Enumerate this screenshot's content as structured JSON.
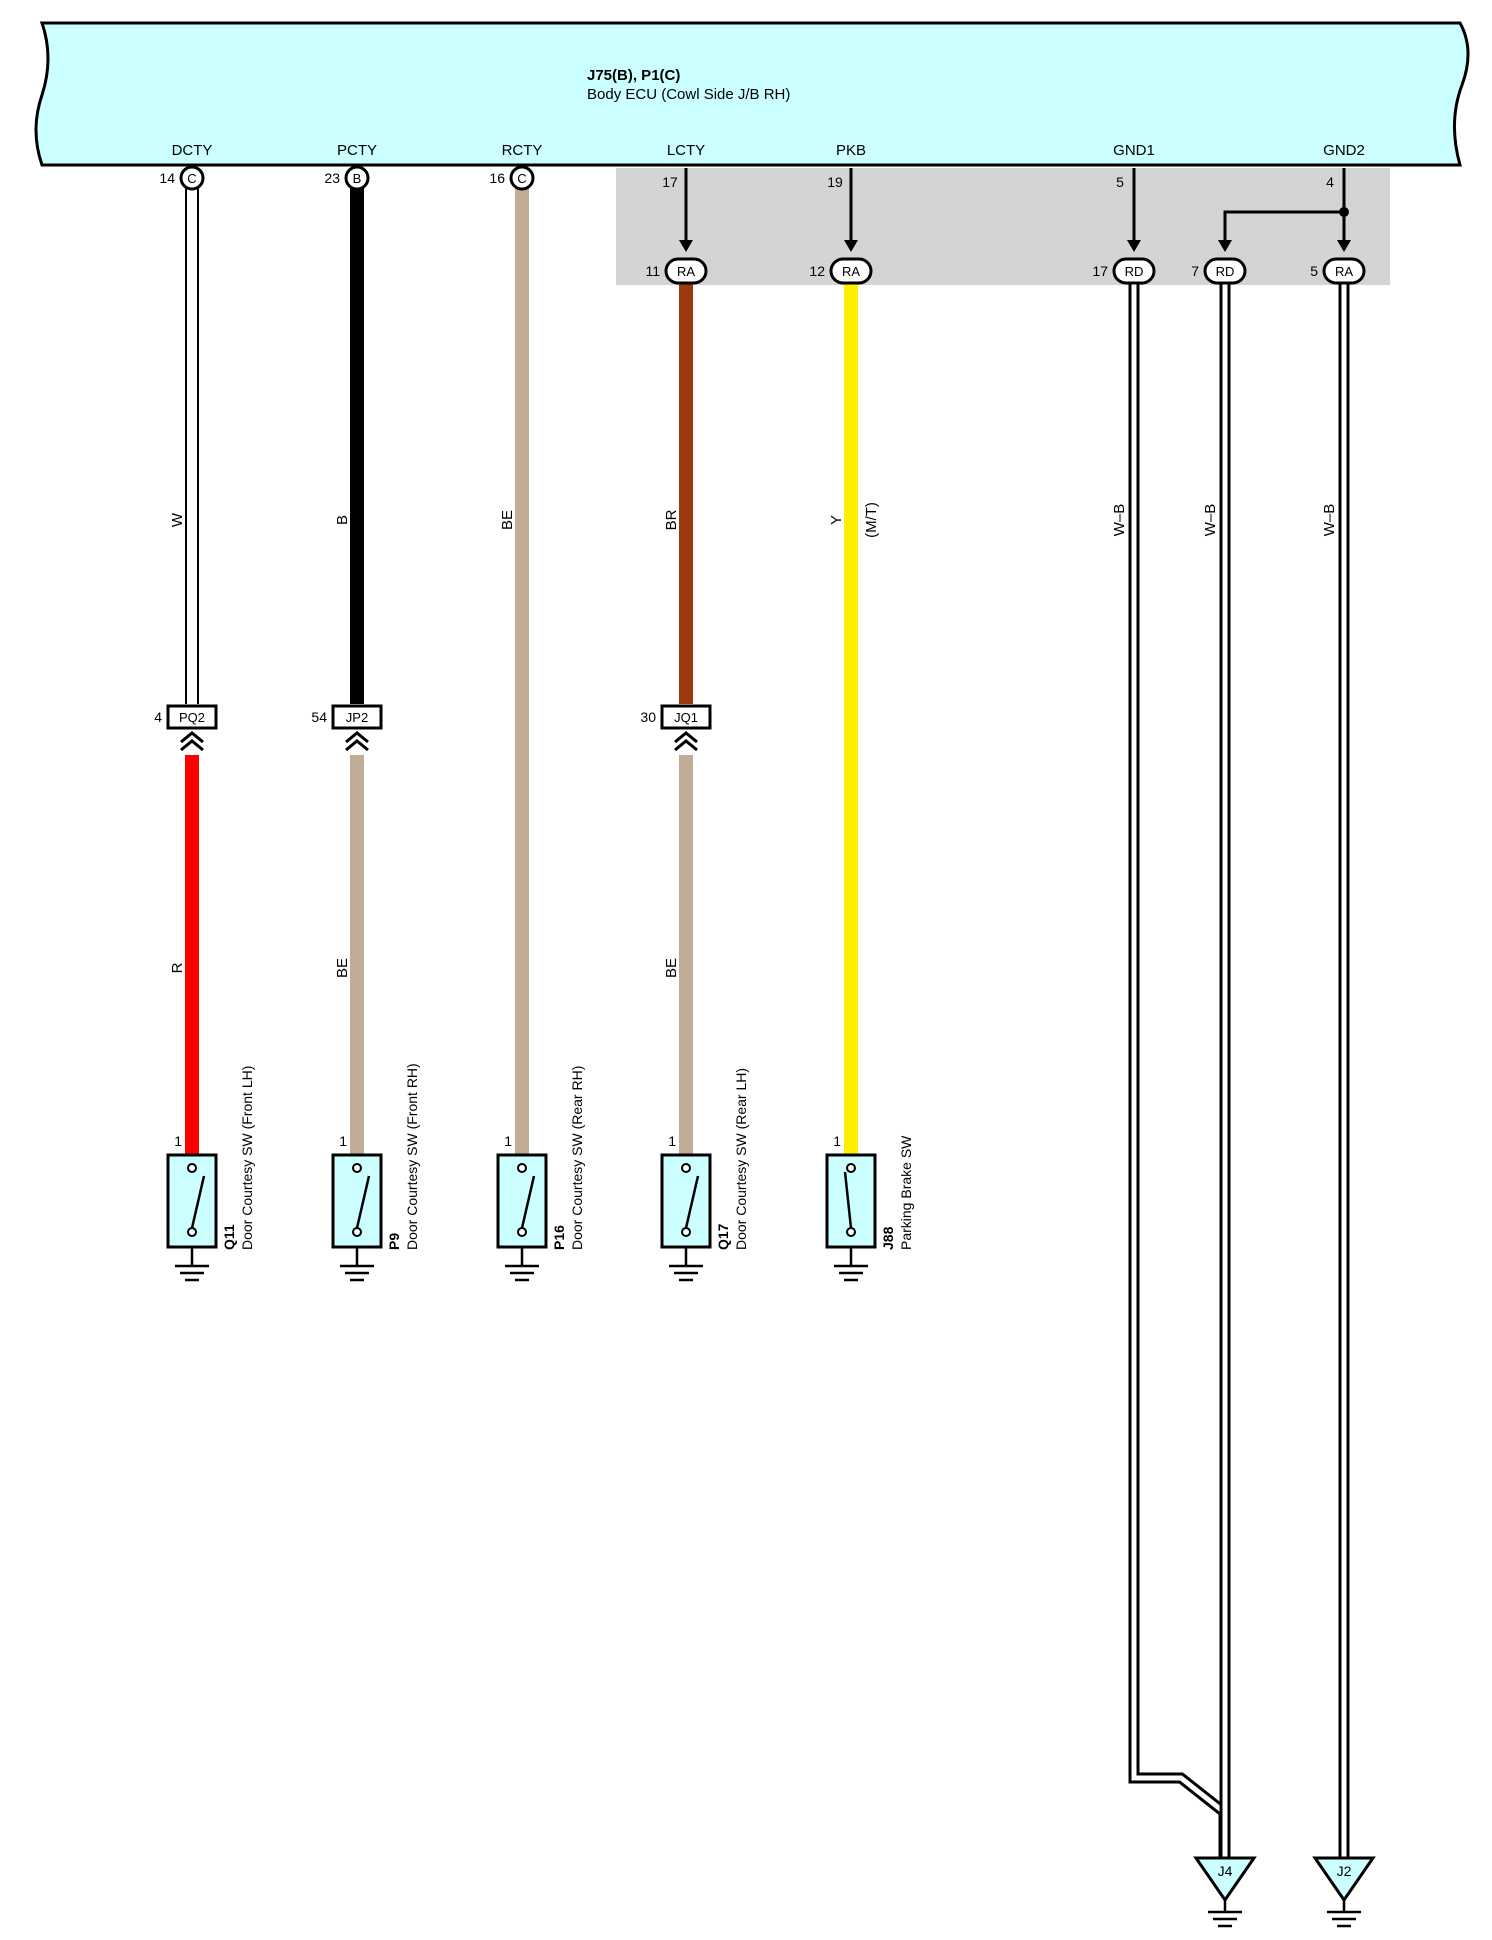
{
  "ecu": {
    "title": "J75(B), P1(C)",
    "subtitle": "Body ECU (Cowl Side J/B RH)",
    "fill": "#ccffff"
  },
  "colors": {
    "W": "#ffffff",
    "B": "#000000",
    "BE": "#c0ab94",
    "BR": "#9b3a0e",
    "Y": "#ffee00",
    "R": "#ff0000",
    "W-B": "#ffffff",
    "junction_block": "#d4d4d4"
  },
  "pins": [
    {
      "key": "dcty",
      "label": "DCTY",
      "pin": "14",
      "connector": "C",
      "upper_wire": "W",
      "lower_wire": "R",
      "inline_connector": "PQ2",
      "inline_pin": "4",
      "switch_code": "Q11",
      "switch_name": "Door Courtesy SW (Front LH)",
      "switch_pin": "1"
    },
    {
      "key": "pcty",
      "label": "PCTY",
      "pin": "23",
      "connector": "B",
      "upper_wire": "B",
      "lower_wire": "BE",
      "inline_connector": "JP2",
      "inline_pin": "54",
      "switch_code": "P9",
      "switch_name": "Door Courtesy SW (Front RH)",
      "switch_pin": "1"
    },
    {
      "key": "rcty",
      "label": "RCTY",
      "pin": "16",
      "connector": "C",
      "upper_wire": "BE",
      "switch_code": "P16",
      "switch_name": "Door Courtesy SW (Rear RH)",
      "switch_pin": "1"
    },
    {
      "key": "lcty",
      "label": "LCTY",
      "pin": "17",
      "jb_connector": "RA",
      "jb_pin": "11",
      "upper_wire": "BR",
      "lower_wire": "BE",
      "inline_connector": "JQ1",
      "inline_pin": "30",
      "switch_code": "Q17",
      "switch_name": "Door Courtesy SW (Rear LH)",
      "switch_pin": "1"
    },
    {
      "key": "pkb",
      "label": "PKB",
      "pin": "19",
      "jb_connector": "RA",
      "jb_pin": "12",
      "upper_wire": "Y",
      "wire_note": "(M/T)",
      "switch_code": "J88",
      "switch_name": "Parking Brake SW",
      "switch_pin": "1"
    },
    {
      "key": "gnd1",
      "label": "GND1",
      "pin": "5",
      "jb_connector": "RD",
      "jb_pin": "17",
      "wire": "W–B"
    },
    {
      "key": "gnd2",
      "label": "GND2",
      "pin": "4",
      "jb_connector_a": "RD",
      "jb_pin_a": "7",
      "wire_a": "W–B",
      "jb_connector_b": "RA",
      "jb_pin_b": "5",
      "wire_b": "W–B"
    }
  ],
  "grounds": [
    {
      "key": "j4",
      "code": "J4"
    },
    {
      "key": "j2",
      "code": "J2"
    }
  ]
}
